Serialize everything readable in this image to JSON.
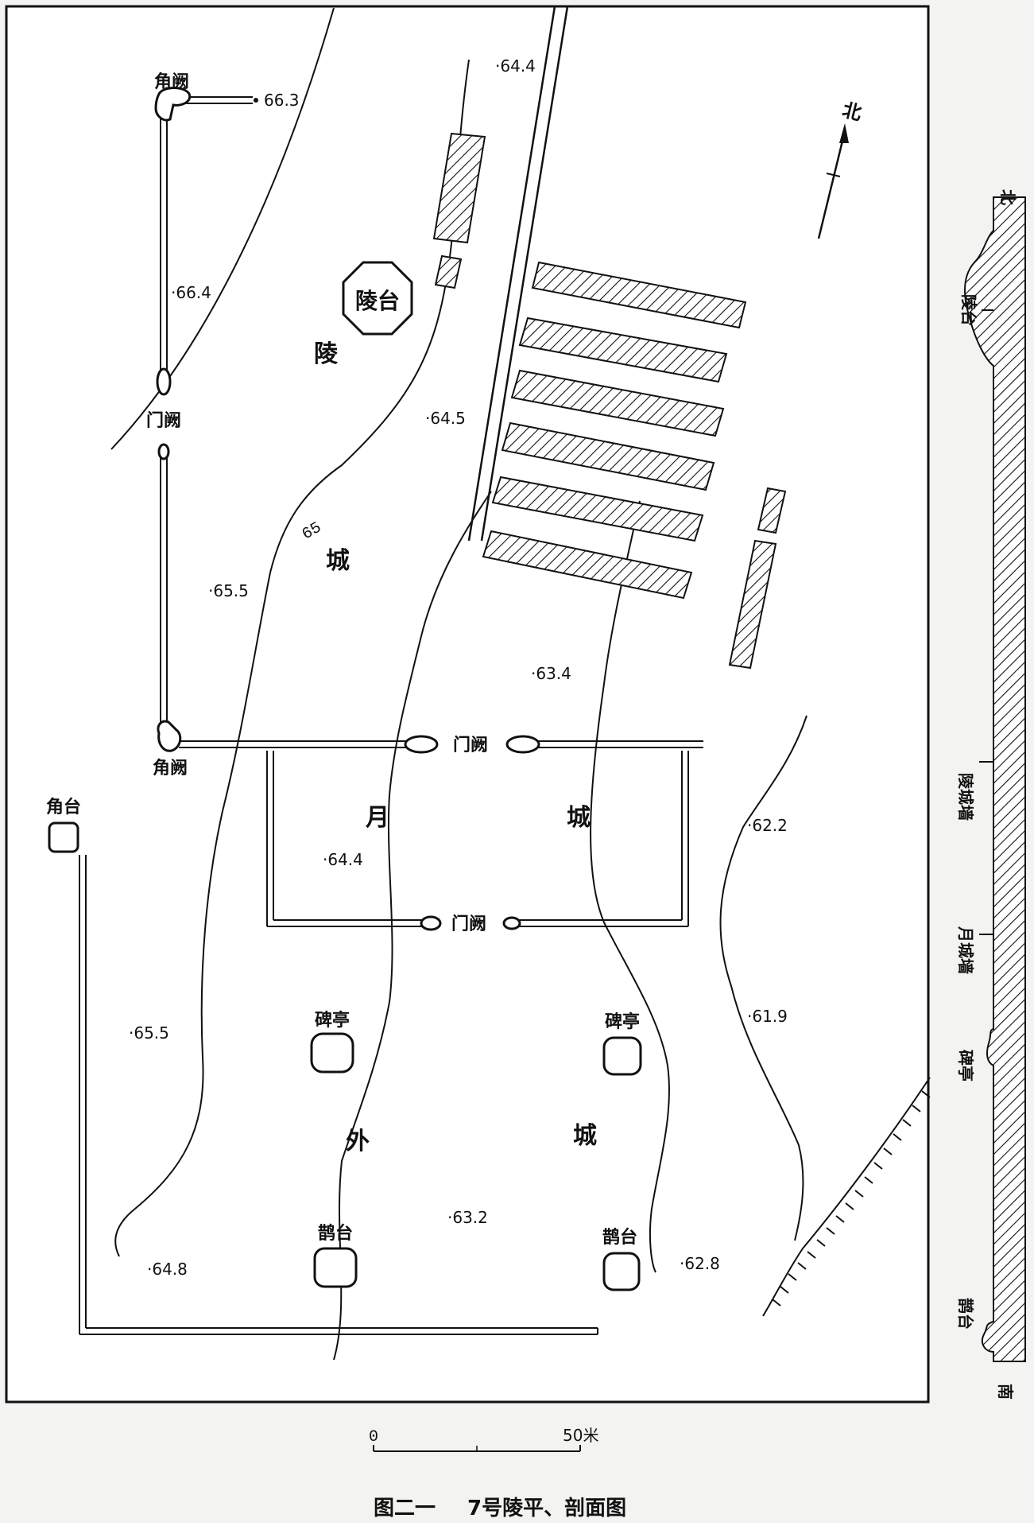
{
  "map": {
    "north_label": "北",
    "labels": {
      "ling_tai": "陵台",
      "ling": "陵",
      "cheng": "城",
      "yue": "月",
      "yue_cheng": "城",
      "wai": "外",
      "wai_cheng": "城",
      "jiao_que_top": "角阙",
      "jiao_que_bottom": "角阙",
      "men_que_left": "门阙",
      "men_que_top_wall": "门阙",
      "men_que_bottom_wall": "门阙",
      "jiao_tai": "角台",
      "bei_ting_left": "碑亭",
      "bei_ting_right": "碑亭",
      "que_tai_left": "鹊台",
      "que_tai_right": "鹊台"
    },
    "contour_label": "65",
    "elevations": [
      "·64.4",
      "66.3",
      "·66.4",
      "·64.5",
      "·65.5",
      "·63.4",
      "·64.4",
      "·62.2",
      "·61.9",
      "·65.5",
      "·63.2",
      "·64.8",
      "·62.8"
    ],
    "scale": {
      "zero": "0",
      "end": "50米"
    }
  },
  "profile": {
    "north": "北",
    "south": "南",
    "labels": [
      "陵台",
      "陵城墙",
      "月城墙",
      "碑亭",
      "鹊台"
    ]
  },
  "caption": {
    "figure_no": "图二一",
    "title": "7号陵平、剖面图"
  }
}
